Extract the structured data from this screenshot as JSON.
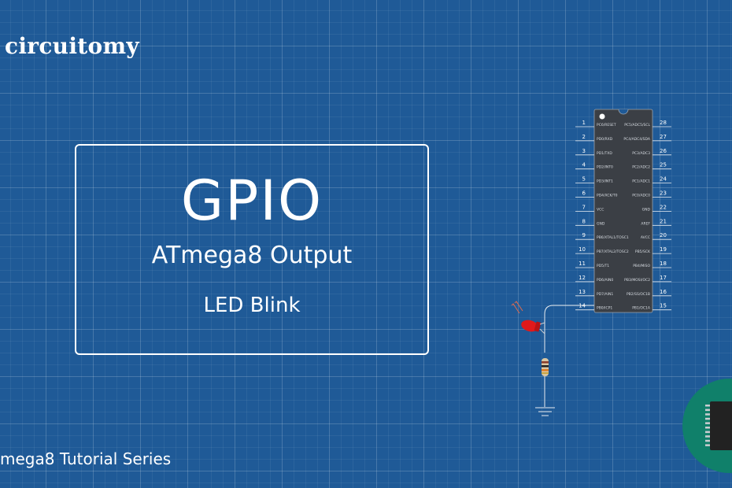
{
  "brand": {
    "logo_text": "circuitomy"
  },
  "title": {
    "main": "GPIO",
    "subtitle": "ATmega8 Output",
    "detail": "LED Blink"
  },
  "footer": {
    "series_text": "mega8 Tutorial Series"
  },
  "chip": {
    "left_pins": [
      {
        "num": "1",
        "label": "PC6/RESET"
      },
      {
        "num": "2",
        "label": "PD0/RXD"
      },
      {
        "num": "3",
        "label": "PD1/TXD"
      },
      {
        "num": "4",
        "label": "PD2/INT0"
      },
      {
        "num": "5",
        "label": "PD3/INT1"
      },
      {
        "num": "6",
        "label": "PD4/XCK/T0"
      },
      {
        "num": "7",
        "label": "VCC"
      },
      {
        "num": "8",
        "label": "GND"
      },
      {
        "num": "9",
        "label": "PB6/XTAL1/TOSC1"
      },
      {
        "num": "10",
        "label": "PB7/XTAL2/TOSC2"
      },
      {
        "num": "11",
        "label": "PD5/T1"
      },
      {
        "num": "12",
        "label": "PD6/AIN0"
      },
      {
        "num": "13",
        "label": "PD7/AIN1"
      },
      {
        "num": "14",
        "label": "PB0/ICP1"
      }
    ],
    "right_pins": [
      {
        "num": "28",
        "label": "PC5/ADC5/SCL"
      },
      {
        "num": "27",
        "label": "PC4/ADC4/SDA"
      },
      {
        "num": "26",
        "label": "PC3/ADC3"
      },
      {
        "num": "25",
        "label": "PC2/ADC2"
      },
      {
        "num": "24",
        "label": "PC1/ADC1"
      },
      {
        "num": "23",
        "label": "PC0/ADC0"
      },
      {
        "num": "22",
        "label": "GND"
      },
      {
        "num": "21",
        "label": "AREF"
      },
      {
        "num": "20",
        "label": "AVCC"
      },
      {
        "num": "19",
        "label": "PB5/SCK"
      },
      {
        "num": "18",
        "label": "PB4/MISO"
      },
      {
        "num": "17",
        "label": "PB3/MOSI/OC2"
      },
      {
        "num": "16",
        "label": "PB2/SS/OC1B"
      },
      {
        "num": "15",
        "label": "PB1/OC1A"
      }
    ]
  },
  "icons": [
    "led-icon",
    "resistor-icon",
    "ground-icon",
    "ic-chip-icon"
  ],
  "colors": {
    "background": "#1f5a97",
    "chip_body": "#3b3f45",
    "led": "#e0191b",
    "badge": "#10806a"
  }
}
